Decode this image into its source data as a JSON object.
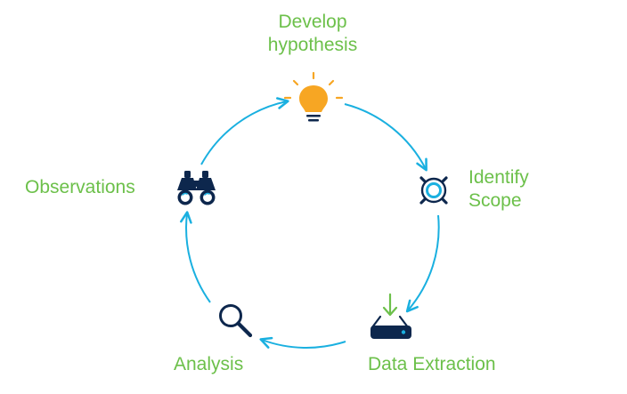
{
  "colors": {
    "label": "#6cc04a",
    "arrow": "#1ab0e0",
    "icon_navy": "#0d274d",
    "bulb": "#f7a623",
    "scope_ring": "#1ab0e0"
  },
  "cycle": {
    "stages": [
      {
        "id": "develop",
        "label_lines": [
          "Develop",
          "hypothesis"
        ],
        "icon": "lightbulb-icon"
      },
      {
        "id": "scope",
        "label_lines": [
          "Identify",
          "Scope"
        ],
        "icon": "target-scope-icon"
      },
      {
        "id": "data",
        "label_lines": [
          "Data Extraction"
        ],
        "icon": "storage-download-icon"
      },
      {
        "id": "analysis",
        "label_lines": [
          "Analysis"
        ],
        "icon": "magnifier-icon"
      },
      {
        "id": "observations",
        "label_lines": [
          "Observations"
        ],
        "icon": "binoculars-icon"
      }
    ]
  }
}
